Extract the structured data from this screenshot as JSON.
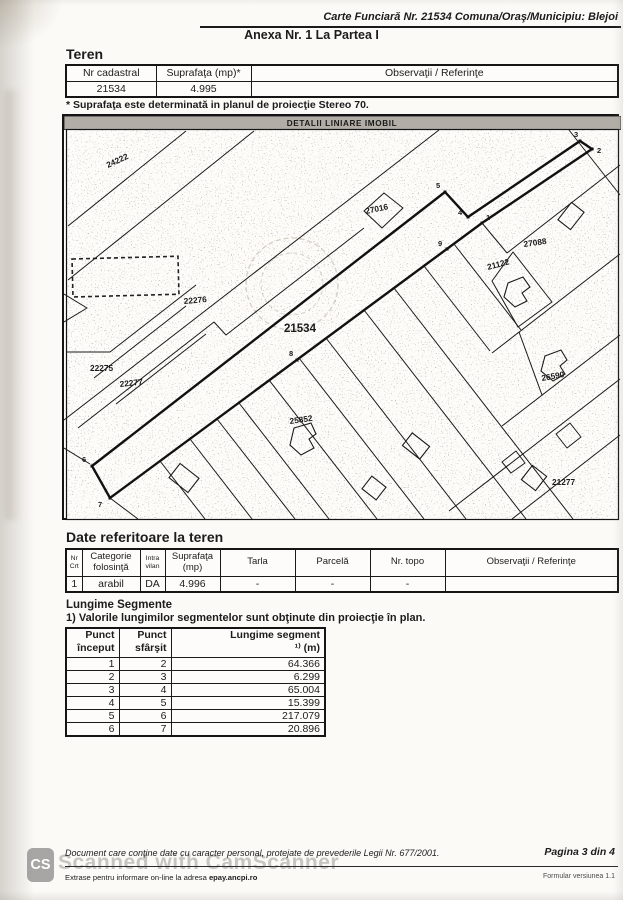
{
  "page": {
    "header_ref": "Carte Funciară Nr. 21534 Comuna/Oraş/Municipiu: Blejoi",
    "title": "Anexa Nr. 1 La Partea I"
  },
  "teren": {
    "heading": "Teren",
    "columns": [
      "Nr cadastral",
      "Suprafaţa (mp)*",
      "Observaţii / Referinţe"
    ],
    "rows": [
      [
        "21534",
        "4.995",
        ""
      ]
    ],
    "footnote": "* Suprafaţa este determinată in planul de proiecţie Stereo 70."
  },
  "map": {
    "title": "DETALII LINIARE IMOBIL",
    "parcels": [
      "24222",
      "27016",
      "27088",
      "21122",
      "22276",
      "21534",
      "22275",
      "22277",
      "26590",
      "25852",
      "21277"
    ],
    "points": [
      "1",
      "2",
      "3",
      "4",
      "5",
      "6",
      "7",
      "8",
      "9"
    ]
  },
  "date_teren": {
    "heading": "Date referitoare la teren",
    "columns": [
      "Nr\nCrt",
      "Categorie\nfolosinţă",
      "Intra\nvilan",
      "Suprafaţa\n(mp)",
      "Tarla",
      "Parcelă",
      "Nr. topo",
      "Observaţii / Referinţe"
    ],
    "rows": [
      [
        "1",
        "arabil",
        "DA",
        "4.996",
        "-",
        "-",
        "-",
        ""
      ]
    ]
  },
  "segments": {
    "heading": "Lungime Segmente",
    "note": "1) Valorile lungimilor segmentelor sunt obţinute din proiecţie în plan.",
    "columns": [
      "Punct\nînceput",
      "Punct\nsfârşit",
      "Lungime segment\n¹⁾ (m)"
    ],
    "rows": [
      [
        "1",
        "2",
        "64.366"
      ],
      [
        "2",
        "3",
        "6.299"
      ],
      [
        "3",
        "4",
        "65.004"
      ],
      [
        "4",
        "5",
        "15.399"
      ],
      [
        "5",
        "6",
        "217.079"
      ],
      [
        "6",
        "7",
        "20.896"
      ]
    ]
  },
  "footer": {
    "legal": "Document care conţine date cu caracter personal, protejate de prevederile Legii Nr. 677/2001.",
    "page_info": "Pagina 3 din 4",
    "extras": "Extrase pentru informare on-line la adresa ",
    "extras_bold": "epay.ancpi.ro",
    "form_version": "Formular versiunea 1.1"
  },
  "watermark": {
    "logo": "CS",
    "text": "Scanned with CamScanner"
  }
}
